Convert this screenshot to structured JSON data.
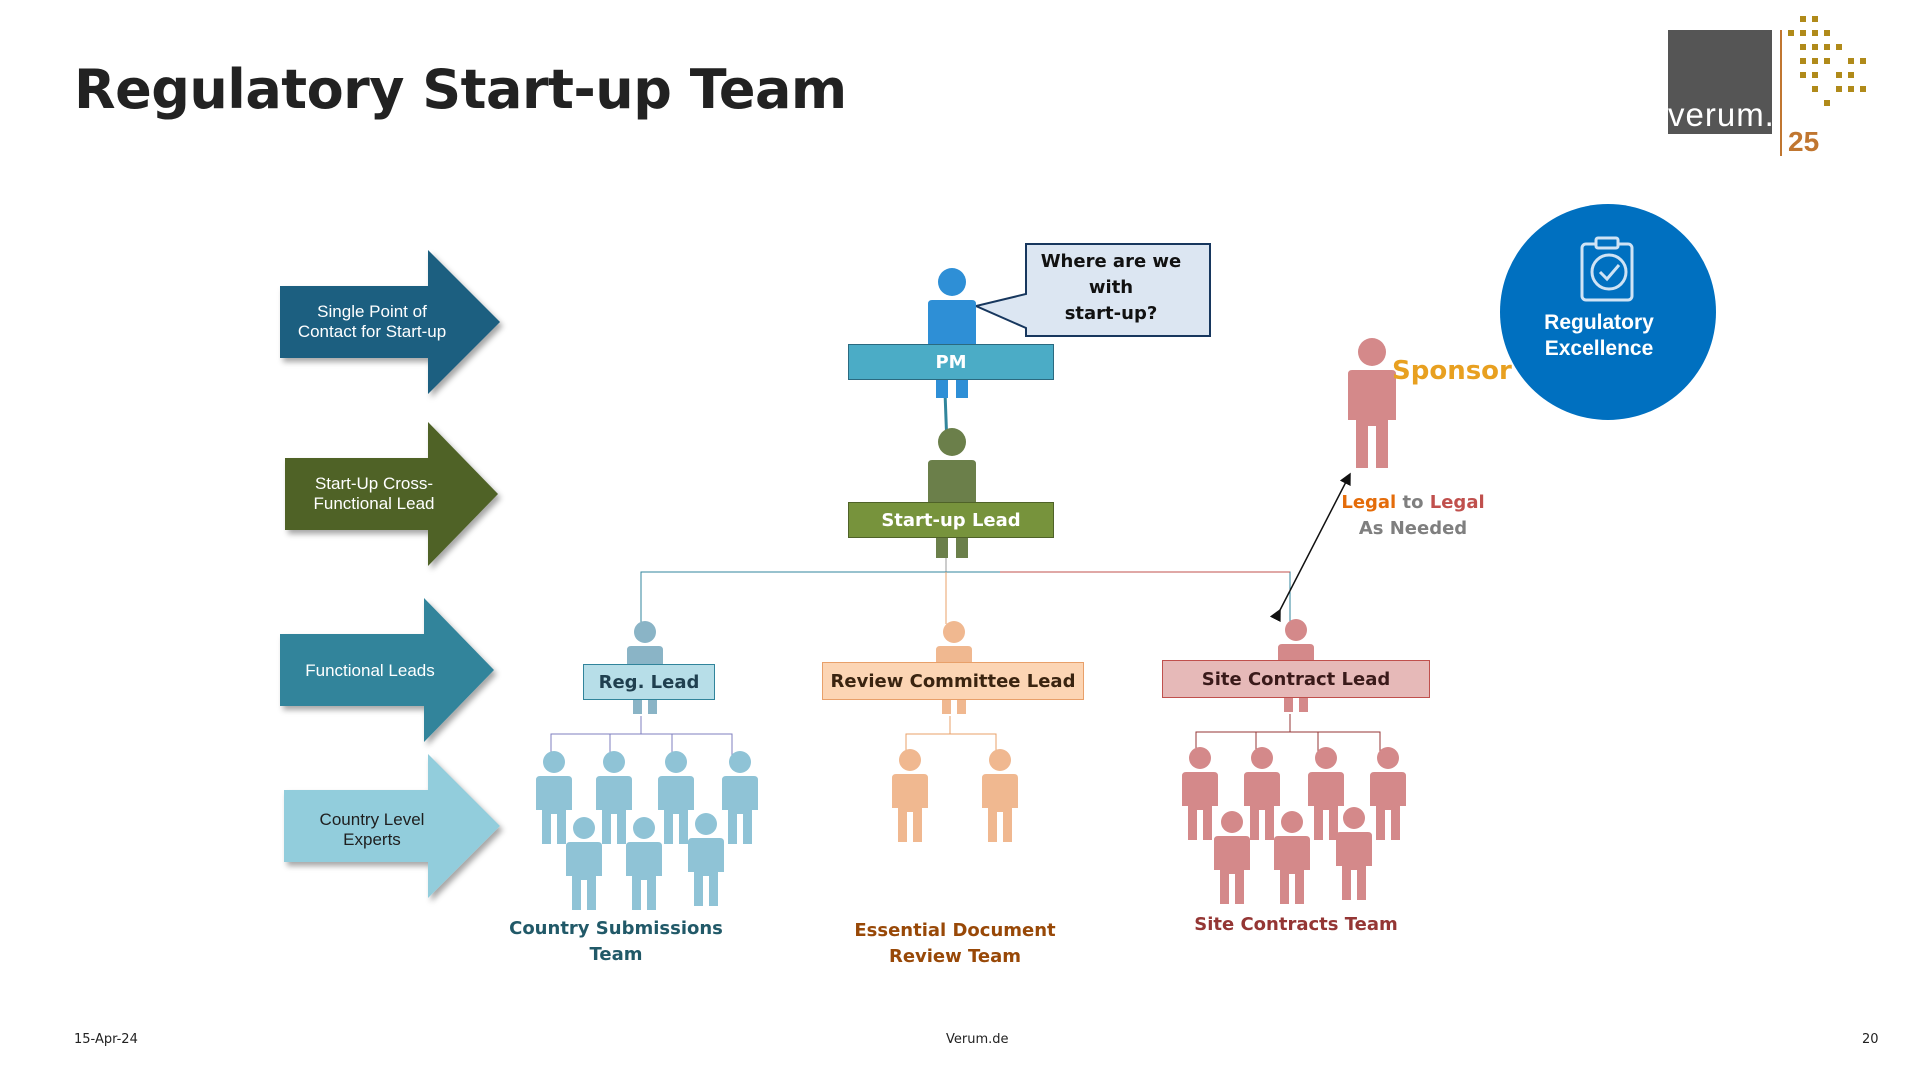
{
  "slide": {
    "title": "Regulatory Start-up Team",
    "date": "15-Apr-24",
    "website": "Verum.de",
    "page_number": "20"
  },
  "logo": {
    "text": "verum.",
    "anniversary": "25",
    "brand_color": "#c07630",
    "box_color": "#555555"
  },
  "roles_legend": [
    {
      "label_lines": [
        "Single Point of",
        "Contact for Start-up"
      ],
      "color": "#1a5f80"
    },
    {
      "label_lines": [
        "Start-Up Cross-",
        "Functional Lead"
      ],
      "color": "#4f6228"
    },
    {
      "label_lines": [
        "Functional Leads"
      ],
      "color": "#31849b"
    },
    {
      "label_lines": [
        "Country Level",
        "Experts"
      ],
      "color": "#92cddc",
      "text_color": "#1f1f1f"
    }
  ],
  "org": {
    "pm_label": "PM",
    "pm_color": "#4bacc6",
    "speech_bubble_lines": [
      "Where are we with",
      "start-up?"
    ],
    "startup_lead_label": "Start-up  Lead",
    "startup_lead_color": "#77933c",
    "leads": [
      {
        "label": "Reg. Lead",
        "fill": "#b7dee8",
        "color": "#31849b"
      },
      {
        "label": "Review Committee  Lead",
        "fill": "#fcd5b4",
        "color": "#e8a06a"
      },
      {
        "label": "Site Contract  Lead",
        "fill": "#e6b9b8",
        "color": "#c0504d"
      }
    ],
    "teams": [
      {
        "lines": [
          "Country  Submissions  Team"
        ],
        "color": "#215968"
      },
      {
        "lines": [
          "Essential  Document",
          "Review Team"
        ],
        "color": "#984807"
      },
      {
        "lines": [
          "Site Contracts  Team"
        ],
        "color": "#943634"
      }
    ],
    "sponsor_label": "Sponsor",
    "legal_line1": {
      "part1": "Legal",
      "part2": " to ",
      "part3": "Legal"
    },
    "legal_line2": "As Needed",
    "badge": {
      "lines": [
        "Regulatory",
        "Excellence"
      ],
      "color": "#0070c0",
      "icon": "clipboard-check-icon"
    }
  }
}
